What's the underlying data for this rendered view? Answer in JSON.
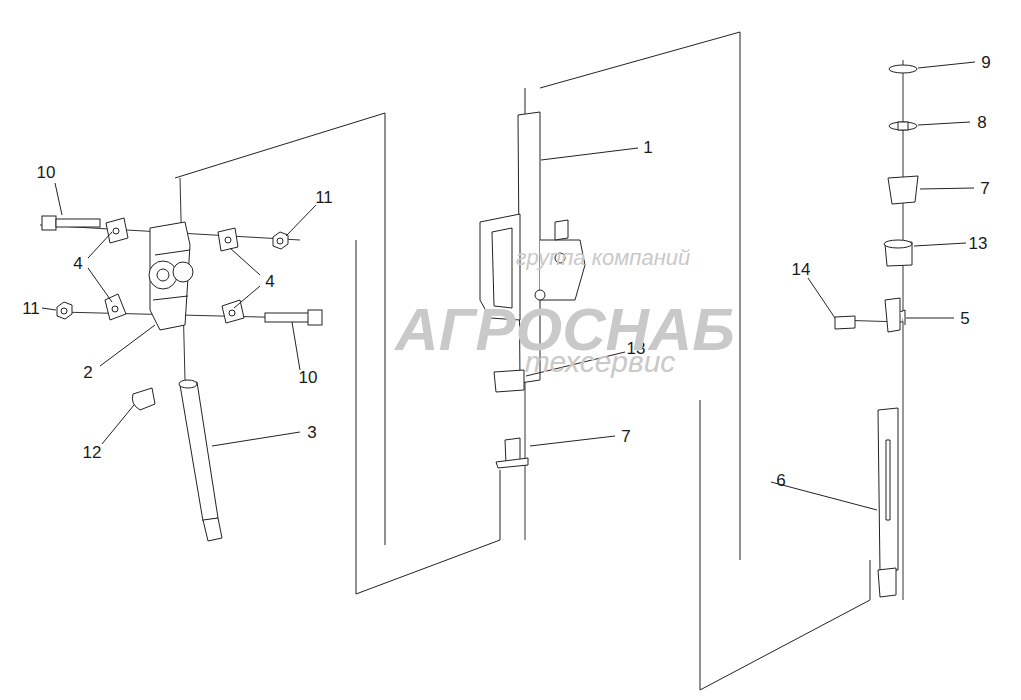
{
  "diagram": {
    "labels": [
      "1",
      "2",
      "3",
      "4",
      "4",
      "5",
      "6",
      "7",
      "7",
      "8",
      "9",
      "10",
      "10",
      "11",
      "11",
      "12",
      "13",
      "13",
      "14",
      "группа компаний",
      "АГРОСНАБ",
      "техсервис"
    ]
  }
}
